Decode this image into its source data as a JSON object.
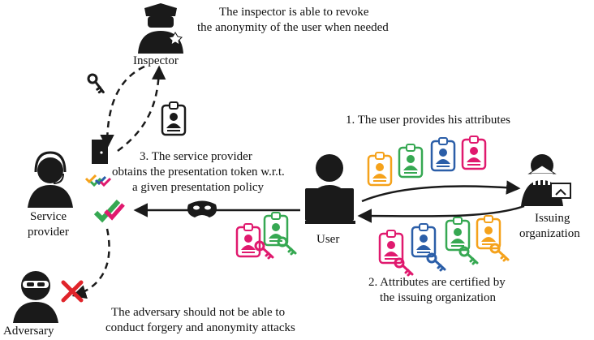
{
  "texts": {
    "inspector_note_line1": "The inspector is able to revoke",
    "inspector_note_line2": "the anonymity of the user when needed",
    "step1": "1. The user provides his attributes",
    "step3_line1": "3. The service provider",
    "step3_line2": "obtains the presentation token w.r.t.",
    "step3_line3": "a given presentation policy",
    "step2_line1": "2. Attributes are certified by",
    "step2_line2": "the issuing organization",
    "adversary_note_line1": "The adversary should not be able to",
    "adversary_note_line2": "conduct forgery and anonymity attacks"
  },
  "actors": {
    "inspector": "Inspector",
    "service_provider_line1": "Service",
    "service_provider_line2": "provider",
    "user": "User",
    "issuer_line1": "Issuing",
    "issuer_line2": "organization",
    "adversary": "Adversary"
  },
  "colors": {
    "yellow": "#f5a21b",
    "green": "#36a852",
    "blue": "#2b5ea8",
    "pink": "#e0196e",
    "red": "#e0242a",
    "dark": "#1a1a1a"
  },
  "icons": [
    "police-officer-icon",
    "key-icon",
    "id-card-icon",
    "door-icon",
    "headset-agent-icon",
    "checkmark-icon",
    "mask-icon",
    "user-laptop-icon",
    "government-building-icon",
    "hacker-icon",
    "cross-icon"
  ]
}
